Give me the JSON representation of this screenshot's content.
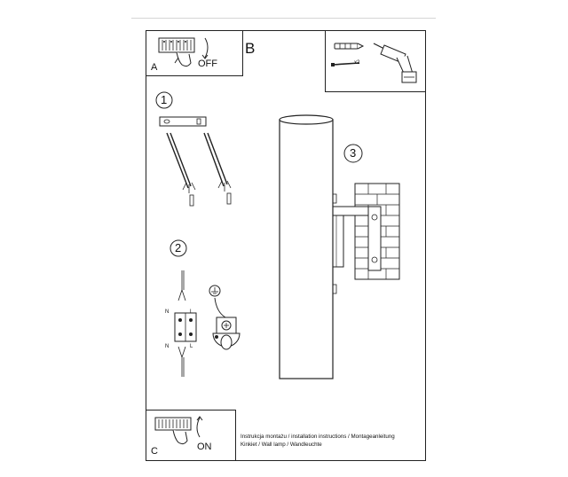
{
  "sheet": {
    "step_a": {
      "letter": "A",
      "action": "OFF"
    },
    "step_b": {
      "letter": "B"
    },
    "step_c": {
      "letter": "C",
      "action": "ON"
    },
    "step_1": {
      "number": "1"
    },
    "step_2": {
      "number": "2"
    },
    "step_3": {
      "number": "3"
    },
    "tools": {
      "quantity": "x2"
    },
    "wiring": {
      "top_left": "N",
      "top_right": "L",
      "bottom_left": "N",
      "bottom_right": "L"
    },
    "footer": {
      "line1": "Instrukcja montażu / installation instructions / Montageanleitung",
      "line2": "Kinkiet / Wall lamp / Wandleuchte"
    }
  }
}
